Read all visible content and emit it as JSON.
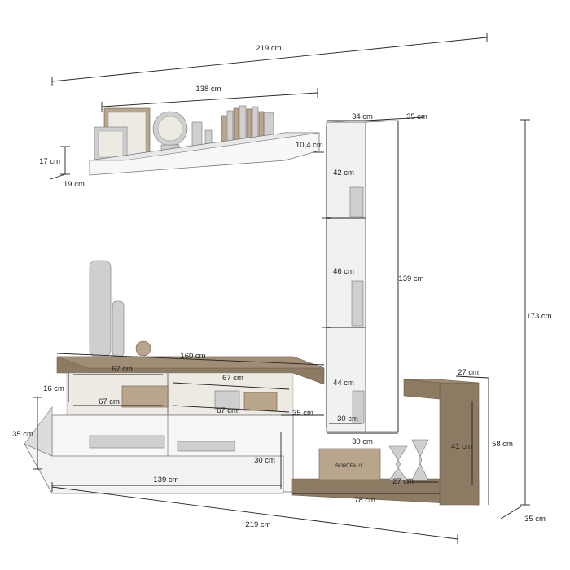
{
  "dimensions": {
    "total_width_top": "219 cm",
    "shelf_width": "138 cm",
    "shelf_height": "17 cm",
    "shelf_depth": "19 cm",
    "shelf_thickness": "10,4 cm",
    "tower_width": "34 cm",
    "tower_depth": "35 cm",
    "tower_comp1": "42 cm",
    "tower_comp2": "46 cm",
    "tower_comp3": "44 cm",
    "tower_height": "139 cm",
    "tower_base_width": "30 cm",
    "tower_inner_width": "30 cm",
    "total_height": "173 cm",
    "tv_top_width": "160 cm",
    "tv_comp_left": "67 cm",
    "tv_comp_right": "67 cm",
    "tv_top_height": "16 cm",
    "tv_mid_left": "67 cm",
    "tv_mid_right": "67 cm",
    "tv_depth": "35 cm",
    "tv_front_height": "35 cm",
    "tv_inner_height": "30 cm",
    "tv_base_width": "139 cm",
    "total_width_bottom": "219 cm",
    "side_width": "27 cm",
    "side_height": "41 cm",
    "side_total_height": "58 cm",
    "side_inner_depth": "27 cm",
    "side_base_width": "78 cm",
    "side_depth": "35 cm"
  },
  "decor": {
    "crate_label": "BORDEAUX"
  }
}
